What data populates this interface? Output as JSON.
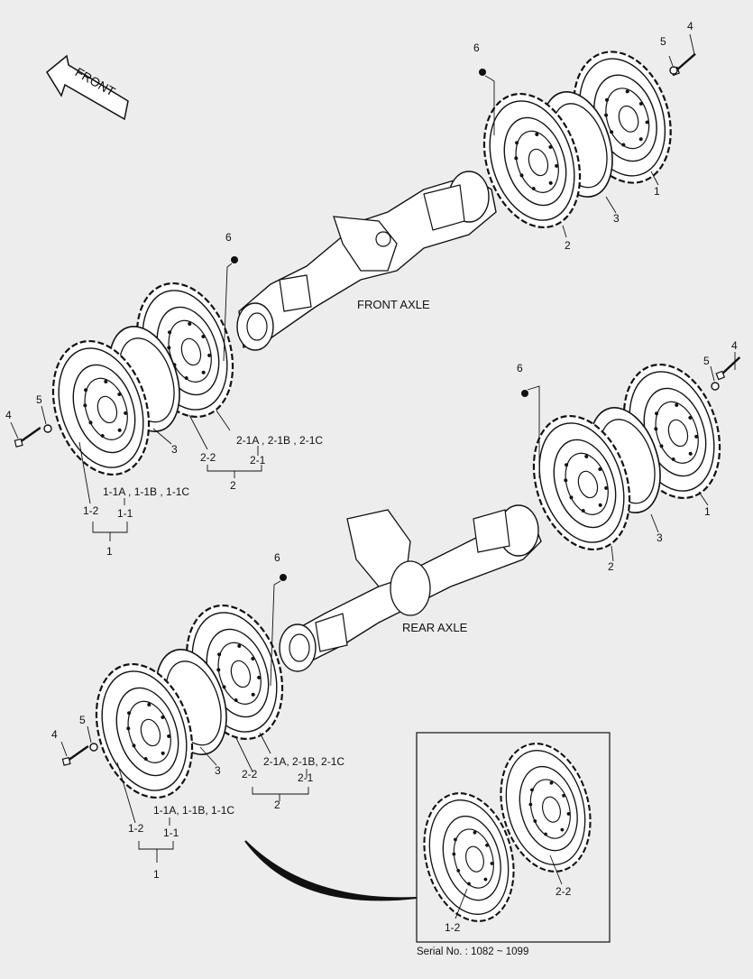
{
  "front_arrow": "FRONT",
  "axles": {
    "front": "FRONT AXLE",
    "rear": "REAR AXLE"
  },
  "callouts": {
    "front_right": {
      "nut": "6",
      "washer": "5",
      "bolt": "4",
      "outer_tire": "1",
      "spacer": "3",
      "inner_tire": "2"
    },
    "front_left": {
      "nut": "6",
      "washer": "5",
      "bolt": "4",
      "spacer": "3",
      "tire2_variants": "2-1A , 2-1B , 2-1C",
      "tire2_rim": "2-2",
      "tire2_tire": "2-1",
      "tire2_group": "2",
      "tire1_variants": "1-1A , 1-1B , 1-1C",
      "tire1_rim": "1-2",
      "tire1_tire": "1-1",
      "tire1_group": "1"
    },
    "rear_right": {
      "nut": "6",
      "washer": "5",
      "bolt": "4",
      "outer_tire": "1",
      "spacer": "3",
      "inner_tire": "2"
    },
    "rear_left": {
      "nut": "6",
      "washer": "5",
      "bolt": "4",
      "spacer": "3",
      "tire2_variants": "2-1A, 2-1B, 2-1C",
      "tire2_rim": "2-2",
      "tire2_tire": "2-1",
      "tire2_group": "2",
      "tire1_variants": "1-1A, 1-1B, 1-1C",
      "tire1_rim": "1-2",
      "tire1_tire": "1-1",
      "tire1_group": "1"
    },
    "inset": {
      "inner_rim": "2-2",
      "outer_rim": "1-2"
    }
  },
  "serial_note": "Serial No. : 1082 ~ 1099",
  "colors": {
    "background": "#ededed",
    "line": "#111111",
    "part_fill": "#ffffff"
  }
}
